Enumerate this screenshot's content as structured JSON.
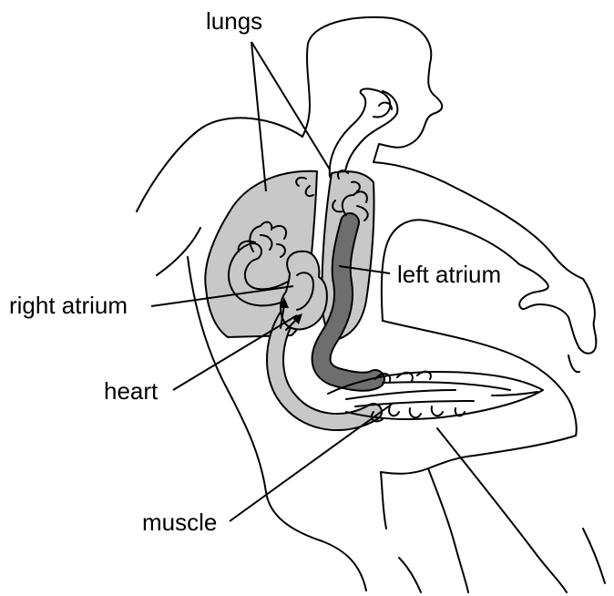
{
  "labels": {
    "lungs": "lungs",
    "left_atrium": "left atrium",
    "right_atrium": "right atrium",
    "heart": "heart",
    "muscle": "muscle"
  },
  "colors": {
    "line": "#000000",
    "lung_fill": "#c8c8c8",
    "oxygenated_vessel": "#6e6e6e",
    "deoxygenated_vessel": "#c8c8c8",
    "background": "#ffffff"
  }
}
